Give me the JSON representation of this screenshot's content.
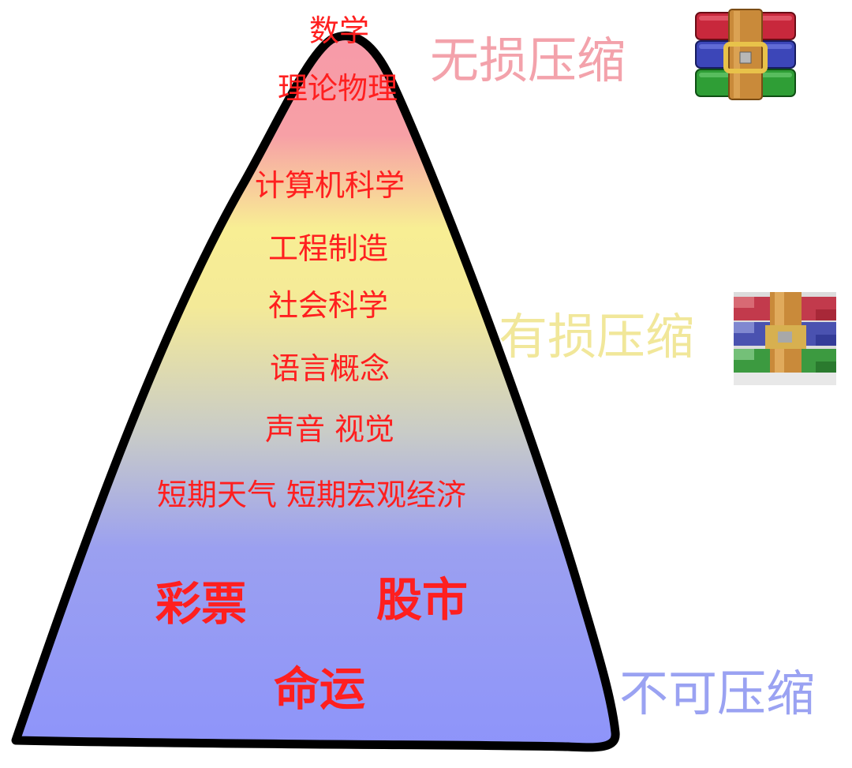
{
  "colors": {
    "outline": "#000000",
    "label_text": "#ff1f1f",
    "top_pink": "#f79aa8",
    "mid_yellow": "#f8ee94",
    "bottom_blue": "#8e94fa",
    "lossless_label": "#f3a2ab",
    "lossy_label": "#f1e79a",
    "incompressible_label": "#9aa2f2"
  },
  "mountain_labels": {
    "math": "数学",
    "theoretical_physics": "理论物理",
    "computer_science": "计算机科学",
    "engineering": "工程制造",
    "social_science": "社会科学",
    "language_concepts": "语言概念",
    "sound_vision": "声音 视觉",
    "short_term": "短期天气 短期宏观经济",
    "lottery": "彩票",
    "stock_market": "股市",
    "fate": "命运"
  },
  "side_labels": {
    "lossless": "无损压缩",
    "lossy": "有损压缩",
    "incompressible": "不可压缩"
  },
  "icons": {
    "lossless": "archive-books-icon",
    "lossy": "pixelated-archive-books-icon"
  }
}
